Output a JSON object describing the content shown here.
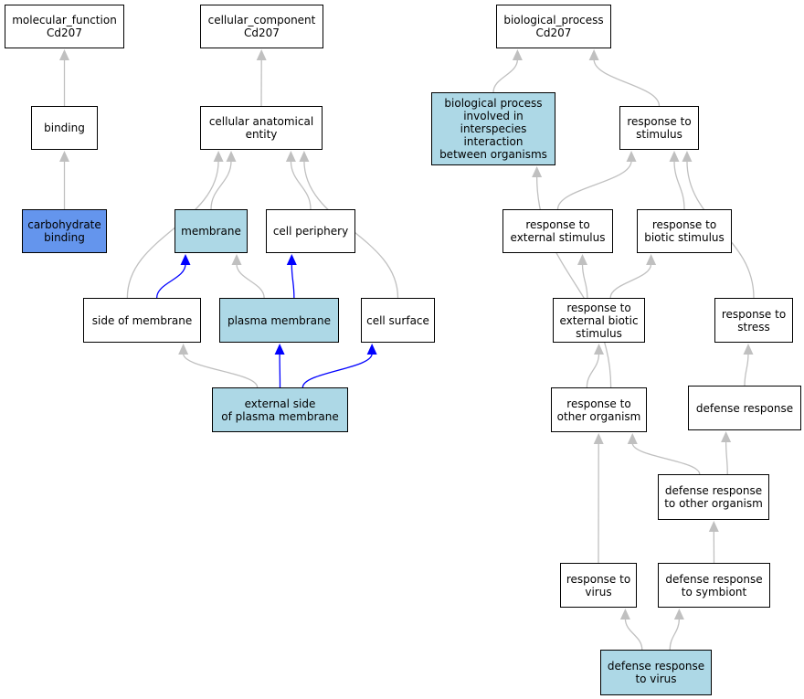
{
  "colors": {
    "edge_default": "#c0c0c0",
    "edge_highlight": "#0000ff",
    "node_fill": "#ffffff",
    "node_selected_fill": "#add8e6",
    "node_highlight_fill": "#6495ed",
    "node_border": "#000000"
  },
  "nodes": {
    "molecular_function": "molecular_function\nCd207",
    "cellular_component": "cellular_component\nCd207",
    "biological_process": "biological_process\nCd207",
    "binding": "binding",
    "carbohydrate_binding": "carbohydrate\nbinding",
    "cellular_anatomical_entity": "cellular anatomical\nentity",
    "membrane": "membrane",
    "cell_periphery": "cell periphery",
    "side_of_membrane": "side of membrane",
    "plasma_membrane": "plasma membrane",
    "cell_surface": "cell surface",
    "external_side_of_plasma_membrane": "external side\nof plasma membrane",
    "bp_interspecies": "biological process\ninvolved in\ninterspecies\ninteraction\nbetween organisms",
    "response_to_stimulus": "response to\nstimulus",
    "response_to_external_stimulus": "response to\nexternal stimulus",
    "response_to_biotic_stimulus": "response to\nbiotic stimulus",
    "response_to_external_biotic_stimulus": "response to\nexternal biotic\nstimulus",
    "response_to_stress": "response to\nstress",
    "response_to_other_organism": "response to\nother organism",
    "defense_response": "defense response",
    "defense_response_to_other_organism": "defense response\nto other organism",
    "response_to_virus": "response to\nvirus",
    "defense_response_to_symbiont": "defense response\nto symbiont",
    "defense_response_to_virus": "defense response\nto virus"
  },
  "node_styles": {
    "carbohydrate_binding": "highlight",
    "membrane": "selected",
    "plasma_membrane": "selected",
    "external_side_of_plasma_membrane": "selected",
    "bp_interspecies": "selected",
    "defense_response_to_virus": "selected"
  },
  "edges": [
    {
      "from": "binding",
      "to": "molecular_function",
      "style": "default"
    },
    {
      "from": "carbohydrate_binding",
      "to": "binding",
      "style": "default"
    },
    {
      "from": "cellular_anatomical_entity",
      "to": "cellular_component",
      "style": "default"
    },
    {
      "from": "membrane",
      "to": "cellular_anatomical_entity",
      "style": "default"
    },
    {
      "from": "cell_periphery",
      "to": "cellular_anatomical_entity",
      "style": "default"
    },
    {
      "from": "side_of_membrane",
      "to": "cellular_anatomical_entity",
      "style": "default"
    },
    {
      "from": "cell_surface",
      "to": "cellular_anatomical_entity",
      "style": "default"
    },
    {
      "from": "side_of_membrane",
      "to": "membrane",
      "style": "highlight"
    },
    {
      "from": "plasma_membrane",
      "to": "membrane",
      "style": "default"
    },
    {
      "from": "plasma_membrane",
      "to": "cell_periphery",
      "style": "highlight"
    },
    {
      "from": "external_side_of_plasma_membrane",
      "to": "side_of_membrane",
      "style": "default"
    },
    {
      "from": "external_side_of_plasma_membrane",
      "to": "plasma_membrane",
      "style": "highlight"
    },
    {
      "from": "external_side_of_plasma_membrane",
      "to": "cell_surface",
      "style": "highlight"
    },
    {
      "from": "bp_interspecies",
      "to": "biological_process",
      "style": "default"
    },
    {
      "from": "response_to_stimulus",
      "to": "biological_process",
      "style": "default"
    },
    {
      "from": "response_to_external_stimulus",
      "to": "response_to_stimulus",
      "style": "default"
    },
    {
      "from": "response_to_biotic_stimulus",
      "to": "response_to_stimulus",
      "style": "default"
    },
    {
      "from": "response_to_stress",
      "to": "response_to_stimulus",
      "style": "default"
    },
    {
      "from": "response_to_external_biotic_stimulus",
      "to": "response_to_external_stimulus",
      "style": "default"
    },
    {
      "from": "response_to_external_biotic_stimulus",
      "to": "response_to_biotic_stimulus",
      "style": "default"
    },
    {
      "from": "response_to_other_organism",
      "to": "response_to_external_biotic_stimulus",
      "style": "default"
    },
    {
      "from": "response_to_other_organism",
      "to": "bp_interspecies",
      "style": "default"
    },
    {
      "from": "defense_response",
      "to": "response_to_stress",
      "style": "default"
    },
    {
      "from": "defense_response_to_other_organism",
      "to": "response_to_other_organism",
      "style": "default"
    },
    {
      "from": "defense_response_to_other_organism",
      "to": "defense_response",
      "style": "default"
    },
    {
      "from": "response_to_virus",
      "to": "response_to_other_organism",
      "style": "default"
    },
    {
      "from": "defense_response_to_symbiont",
      "to": "defense_response_to_other_organism",
      "style": "default"
    },
    {
      "from": "defense_response_to_virus",
      "to": "response_to_virus",
      "style": "default"
    },
    {
      "from": "defense_response_to_virus",
      "to": "defense_response_to_symbiont",
      "style": "default"
    }
  ]
}
